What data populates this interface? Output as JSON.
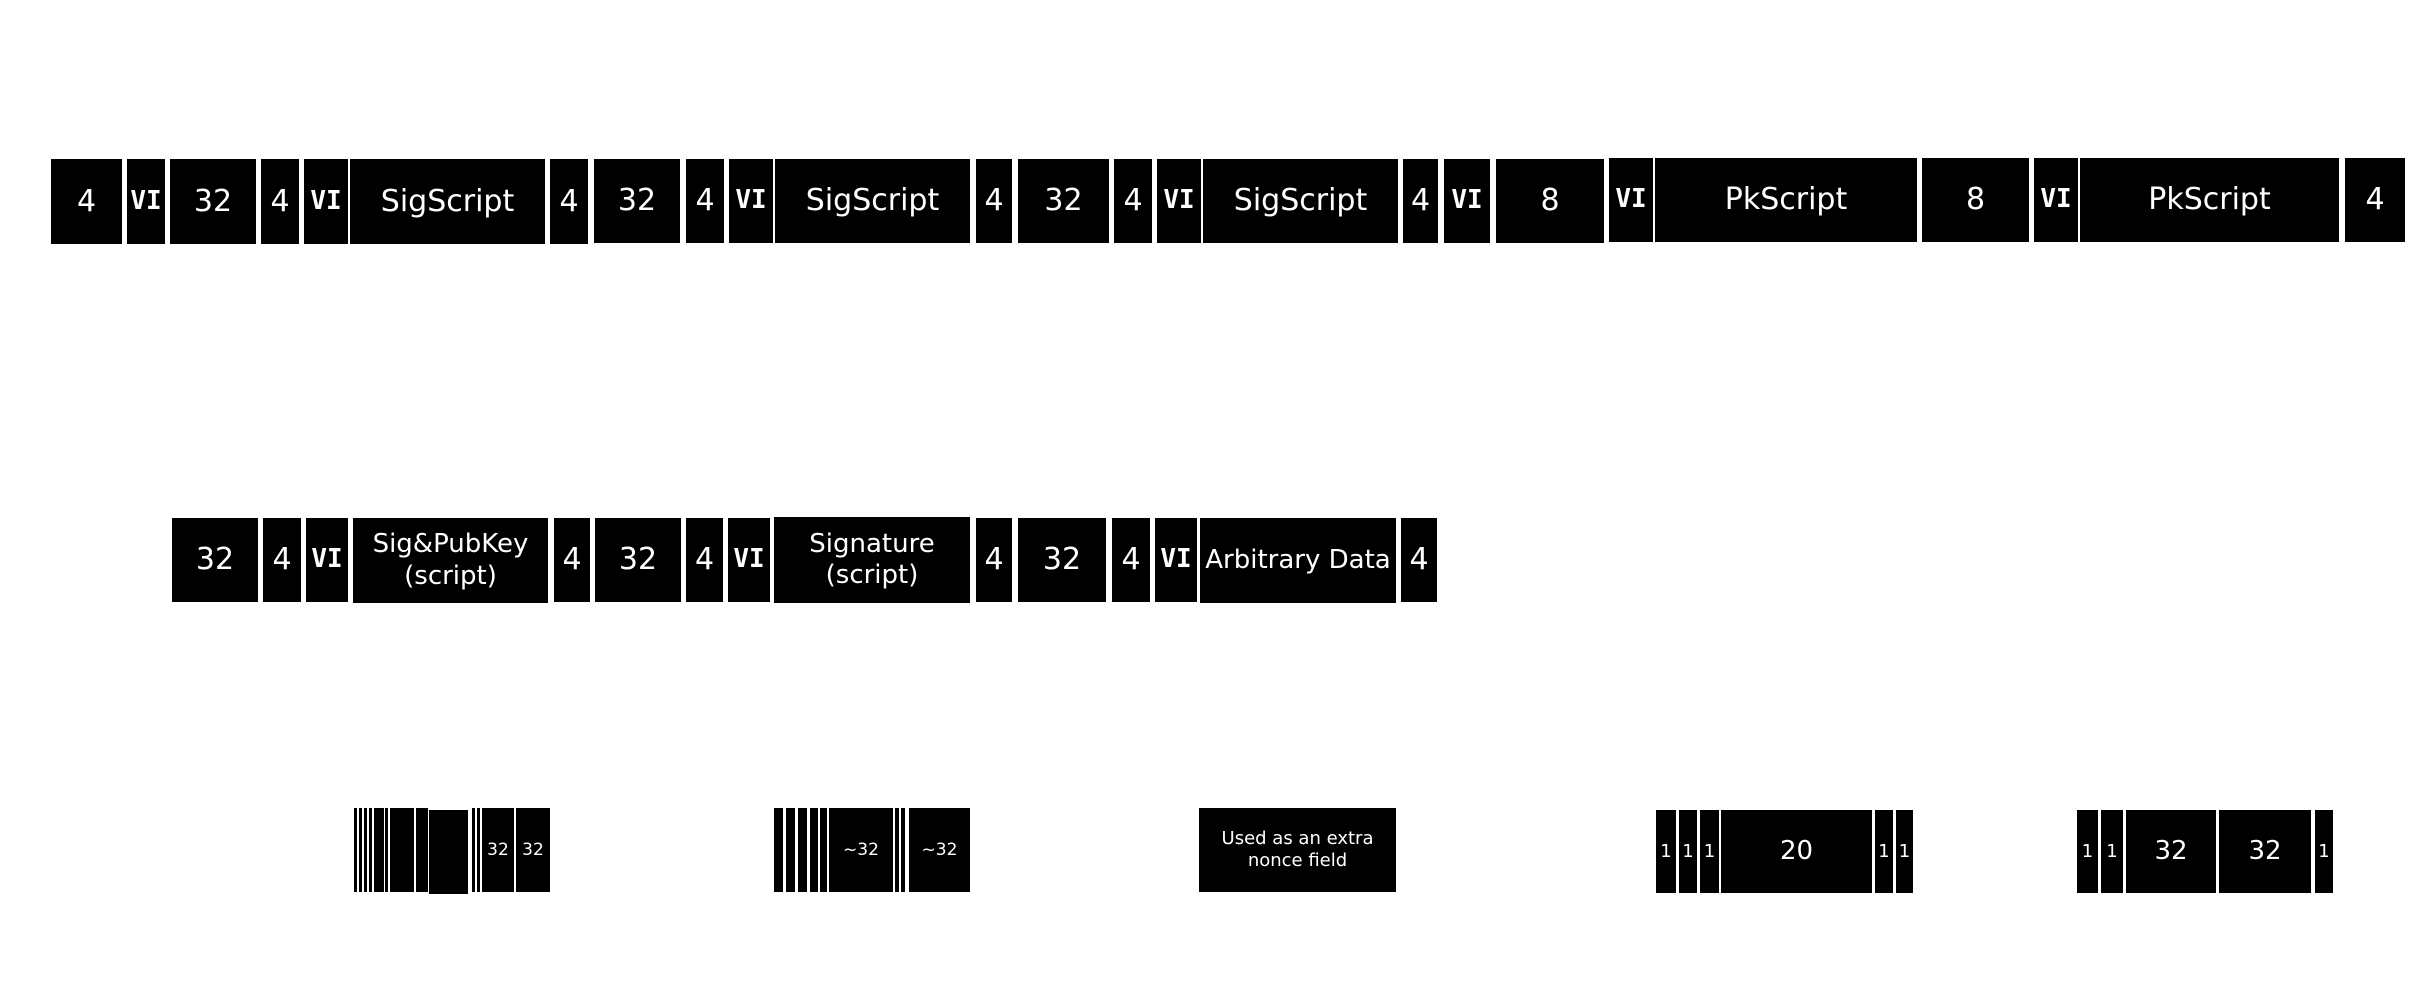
{
  "row1": {
    "labels": [
      "4",
      "VI",
      "32",
      "4",
      "VI",
      "SigScript",
      "4",
      "32",
      "4",
      "VI",
      "SigScript",
      "4",
      "32",
      "4",
      "VI",
      "SigScript",
      "4",
      "VI",
      "8",
      "VI",
      "PkScript",
      "8",
      "VI",
      "PkScript",
      "4"
    ]
  },
  "row2": {
    "labels": [
      "32",
      "4",
      "VI",
      "Sig&PubKey (script)",
      "4",
      "32",
      "4",
      "VI",
      "Signature (script)",
      "4",
      "32",
      "4",
      "VI",
      "Arbitrary Data",
      "4"
    ]
  },
  "row3": {
    "sigpubkey_32a": "32",
    "sigpubkey_32b": "32",
    "sig_a": "~32",
    "sig_b": "~32",
    "nonce_note": "Used as an extra nonce field",
    "pk1": [
      "1",
      "1",
      "1",
      "20",
      "1",
      "1"
    ],
    "pk2": [
      "1",
      "1",
      "32",
      "32",
      "1"
    ]
  }
}
